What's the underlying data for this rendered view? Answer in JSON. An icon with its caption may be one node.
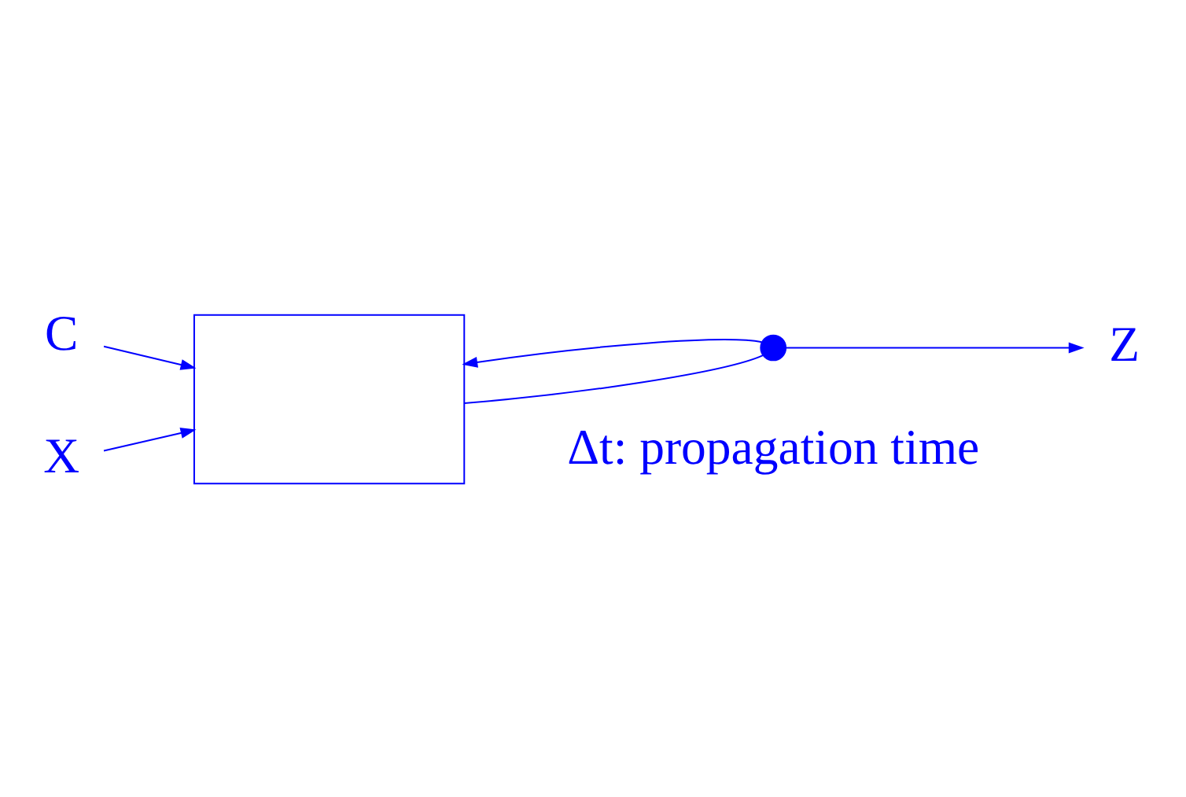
{
  "diagram": {
    "nodes": [
      {
        "text": [
          "C"
        ]
      },
      {
        "text": [
          "X"
        ]
      },
      {
        "text": [],
        "shape": "box"
      },
      {
        "text": [],
        "shape": "circle"
      },
      {
        "text": [
          "Z"
        ]
      }
    ],
    "edges": [
      {
        "from": 0,
        "to": 2,
        "arrow": "to"
      },
      {
        "from": 1,
        "to": 2,
        "arrow": "to"
      },
      {
        "from": 2,
        "to": 3,
        "arrow": "none"
      },
      {
        "from": 3,
        "to": 4,
        "arrow": "to"
      },
      {
        "from": 3,
        "to": 2,
        "arrow": "to"
      }
    ],
    "labels": [
      "Δt: propagation time"
    ]
  }
}
